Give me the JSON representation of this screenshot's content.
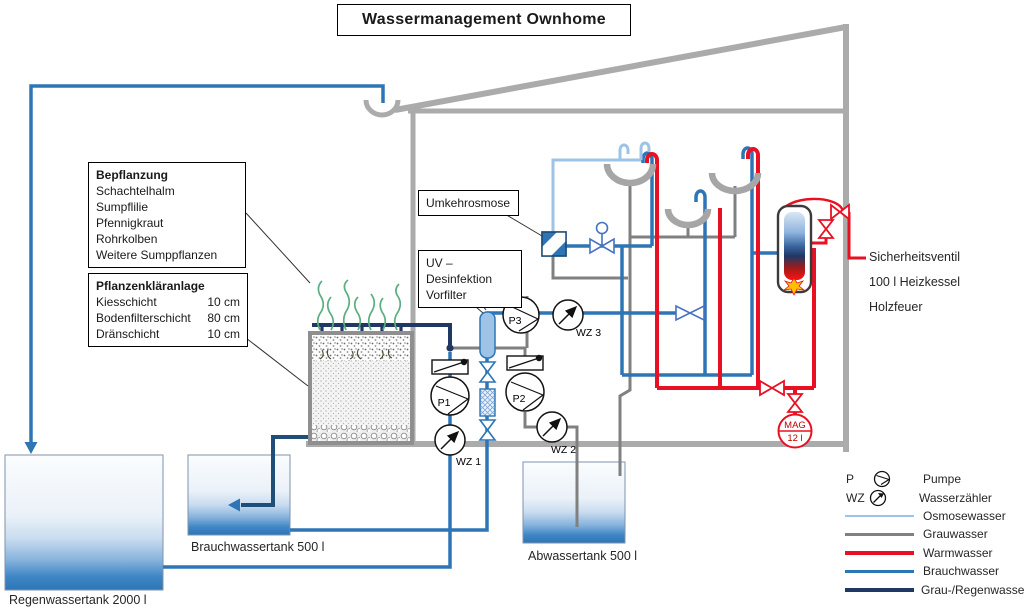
{
  "title": "Wassermanagement  Ownhome",
  "boxes": {
    "bepflanzung": {
      "title": "Bepflanzung",
      "items": [
        "Schachtelhalm",
        "Sumpflilie",
        "Pfennigkraut",
        "Rohrkolben",
        "Weitere Sumppflanzen"
      ]
    },
    "klaeranlage": {
      "title": "Pflanzenkläranlage",
      "rows": [
        {
          "name": "Kiesschicht",
          "value": "10 cm"
        },
        {
          "name": "Bodenfilterschicht",
          "value": "80 cm"
        },
        {
          "name": "Dränschicht",
          "value": "10 cm"
        }
      ]
    },
    "umkehrosmose": {
      "label": "Umkehrosmose"
    },
    "uv": {
      "line1": "UV – Desinfektion",
      "line2": "Vorfilter"
    }
  },
  "labels": {
    "sicherheitsventil": "Sicherheitsventil",
    "heizkessel": "100 l Heizkessel",
    "holzfeuer": "Holzfeuer",
    "regentank": "Regenwassertank 2000 l",
    "brauchtank": "Brauchwassertank 500 l",
    "abwassertank": "Abwassertank 500 l",
    "mag_line1": "MAG",
    "mag_line2": "12 l",
    "p1": "P1",
    "p2": "P2",
    "p3": "P3",
    "wz1": "WZ 1",
    "wz2": "WZ 2",
    "wz3": "WZ 3"
  },
  "legend": {
    "symbol_rows": [
      {
        "abbr": "P",
        "label": "Pumpe",
        "icon": "pump-icon"
      },
      {
        "abbr": "WZ",
        "label": "Wasserzähler",
        "icon": "water-meter-icon"
      }
    ],
    "line_rows": [
      {
        "label": "Osmosewasser",
        "color": "#9DC3E6",
        "css": "background:#9DC3E6;height:2.5px"
      },
      {
        "label": "Grauwasser",
        "color": "#808080",
        "css": "background:#808080;height:3px"
      },
      {
        "label": "Warmwasser",
        "color": "#E81123",
        "css": "background:#E81123;height:4px"
      },
      {
        "label": "Brauchwasser",
        "color": "#2E75B6",
        "css": "background:#2E75B6;height:3px"
      },
      {
        "label": "Grau-/Regenwasser",
        "color": "#1F3864",
        "css": "background:#1F3864;height:4px"
      }
    ]
  },
  "colors": {
    "wall": "#ABABAB",
    "grauwasser": "#808080",
    "warmwasser": "#E81123",
    "brauchwasser": "#2E75B6",
    "osmosewasser": "#9DC3E6",
    "grau_regenwasser": "#1F3864",
    "plants": "#5BAE7F",
    "tank_water": "#2E75B6"
  }
}
